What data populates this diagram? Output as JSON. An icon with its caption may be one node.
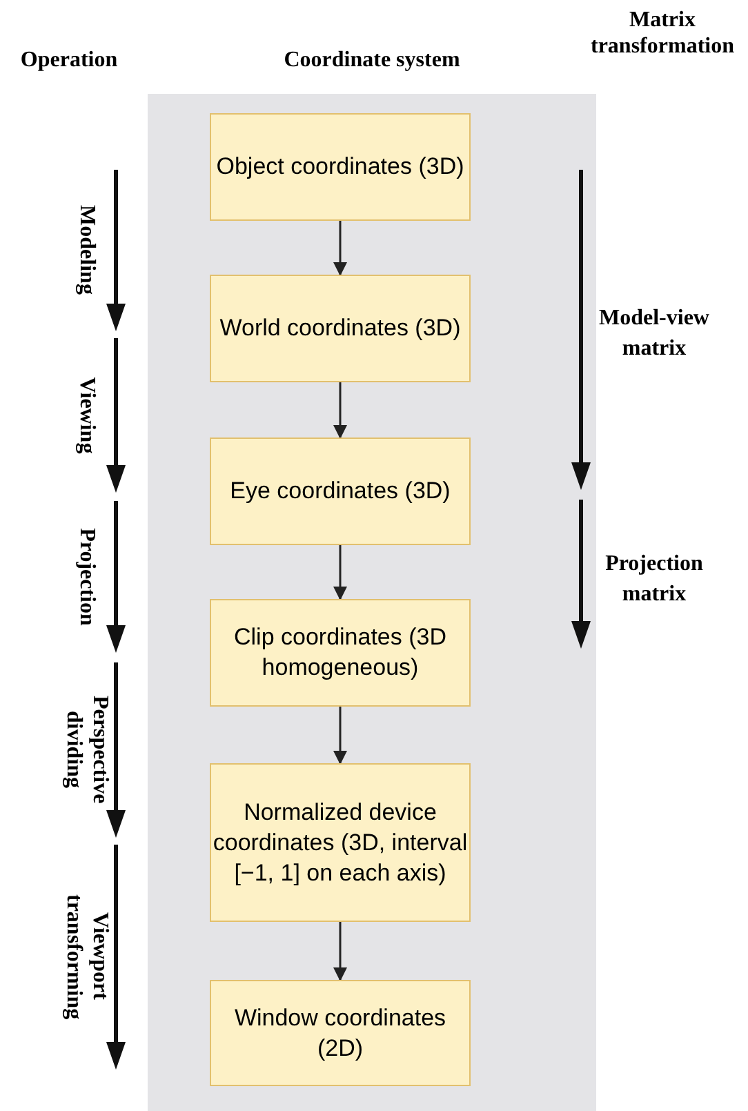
{
  "diagram": {
    "nodes": [
      {
        "text": [
          "Coordinate system"
        ]
      },
      {
        "text": [
          "Object coordinates (3D)"
        ],
        "in": 0
      },
      {
        "text": [
          "World coordinates (3D)"
        ],
        "in": 0
      },
      {
        "text": [
          "Eye coordinates (3D)"
        ],
        "in": 0
      },
      {
        "text": [
          "Clip coordinates (3D homogeneous)"
        ],
        "in": 0
      },
      {
        "text": [
          "Normalized device coordinates (3D, interval [−1, 1] on each axis)"
        ],
        "in": 0
      },
      {
        "text": [
          "Window coordinates (2D)"
        ],
        "in": 0
      }
    ],
    "edges": [
      {
        "from": 1,
        "to": 2,
        "arrow": "to"
      },
      {
        "from": 2,
        "to": 3,
        "arrow": "to"
      },
      {
        "from": 3,
        "to": 4,
        "arrow": "to"
      },
      {
        "from": 4,
        "to": 5,
        "arrow": "to"
      },
      {
        "from": 5,
        "to": 6,
        "arrow": "to"
      }
    ],
    "labels": [
      "Operation",
      "Matrix transformation",
      "Modeling",
      "Viewing",
      "Projection",
      "Perspective dividing",
      "Viewport transforming",
      "Model-view matrix",
      "Projection matrix"
    ]
  }
}
